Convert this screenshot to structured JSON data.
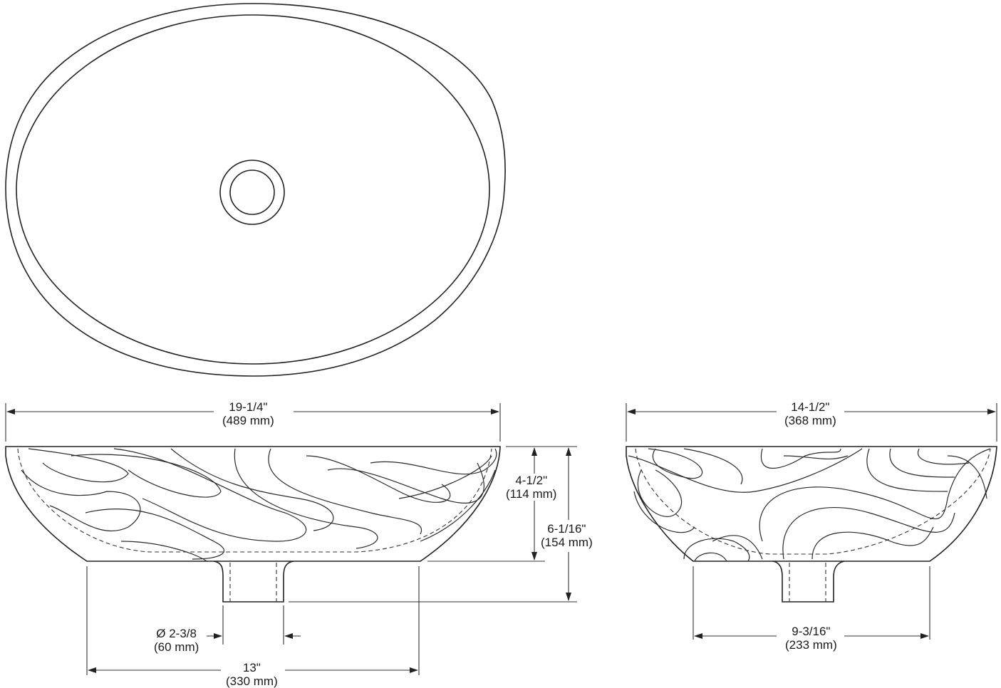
{
  "drawing": {
    "title": "Oval vessel sink dimension drawing",
    "views": [
      "top-view",
      "front-elevation",
      "side-elevation"
    ]
  },
  "dimensions": {
    "overall_length": {
      "imperial": "19-1/4\"",
      "metric": "(489 mm)"
    },
    "overall_width": {
      "imperial": "14-1/2\"",
      "metric": "(368 mm)"
    },
    "bowl_height": {
      "imperial": "4-1/2\"",
      "metric": "(114 mm)"
    },
    "overall_height": {
      "imperial": "6-1/16\"",
      "metric": "(154 mm)"
    },
    "drain_diameter": {
      "imperial": "Ø 2-3/8",
      "metric": "(60 mm)"
    },
    "base_length": {
      "imperial": "13\"",
      "metric": "(330 mm)"
    },
    "base_width": {
      "imperial": "9-3/16\"",
      "metric": "(233 mm)"
    }
  },
  "colors": {
    "line": "#222222",
    "background": "#ffffff"
  }
}
